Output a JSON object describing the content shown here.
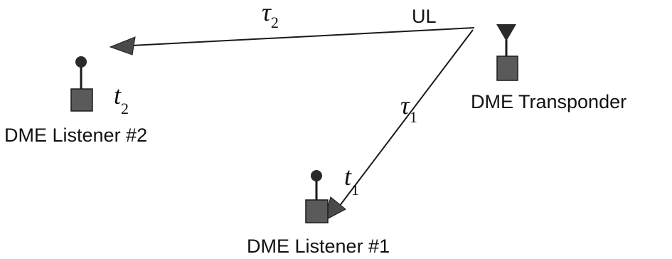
{
  "nodes": {
    "transponder": {
      "label": "DME Transponder"
    },
    "listener1": {
      "label": "DME Listener #1",
      "time_symbol": "t",
      "time_subscript": "1"
    },
    "listener2": {
      "label": "DME Listener #2",
      "time_symbol": "t",
      "time_subscript": "2"
    }
  },
  "links": {
    "uplink": {
      "label": "UL"
    },
    "delay1": {
      "symbol": "τ",
      "subscript": "1"
    },
    "delay2": {
      "symbol": "τ",
      "subscript": "2"
    }
  }
}
